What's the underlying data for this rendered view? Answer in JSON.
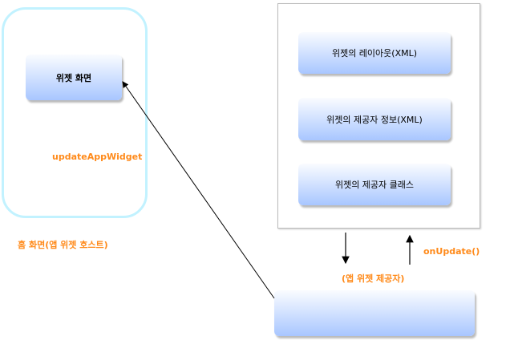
{
  "host": {
    "label": "홈 화면(앱 위젯 호스트)",
    "widget_screen": "위젯 화면",
    "update_call": "updateAppWidget"
  },
  "provider": {
    "items": [
      "위젯의 레이아웃(XML)",
      "위젯의 제공자 정보(XML)",
      "위젯의 제공자 클래스"
    ],
    "label": "(앱 위젯 제공자)",
    "on_update": "onUpdate()"
  },
  "colors": {
    "accent": "#ff8a1a",
    "host_border": "#c2f2ff"
  }
}
